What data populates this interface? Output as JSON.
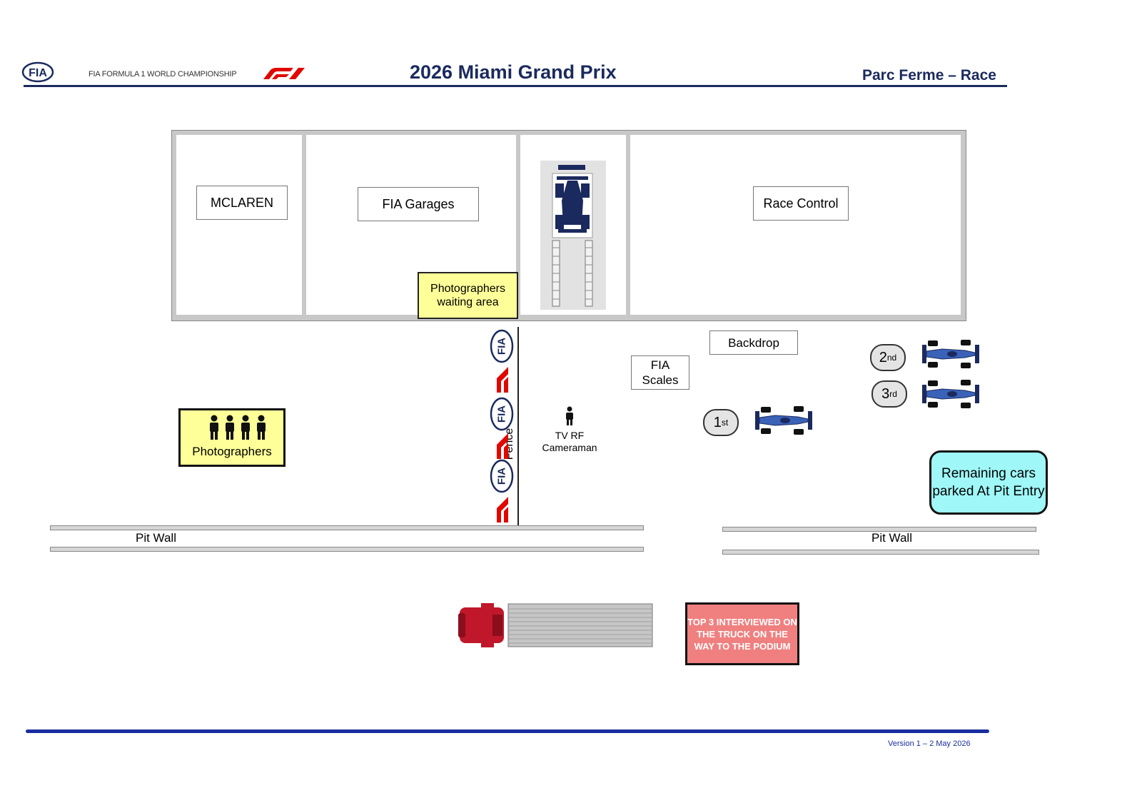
{
  "header": {
    "fia_logo": "FIA",
    "championship": "FIA FORMULA 1 WORLD CHAMPIONSHIP",
    "title": "2026 Miami Grand Prix",
    "subtitle": "Parc Ferme – Race"
  },
  "building": {
    "mclaren": "MCLAREN",
    "fia_garages": "FIA Garages",
    "photographers_waiting": "Photographers waiting area",
    "race_control": "Race Control"
  },
  "areas": {
    "backdrop": "Backdrop",
    "fia_scales": "FIA Scales",
    "photographers": "Photographers",
    "fence": "Fence",
    "tv_rf": "TV RF Cameraman",
    "remaining_cars": "Remaining cars parked At Pit Entry",
    "pit_wall_left": "Pit Wall",
    "pit_wall_right": "Pit Wall",
    "interview_note": "TOP 3 INTERVIEWED ON THE TRUCK ON THE WAY TO THE PODIUM"
  },
  "positions": [
    {
      "num": "1",
      "suffix": "st"
    },
    {
      "num": "2",
      "suffix": "nd"
    },
    {
      "num": "3",
      "suffix": "rd"
    }
  ],
  "fence_logos": [
    "FIA",
    "F1",
    "FIA",
    "F1",
    "FIA",
    "F1"
  ],
  "footer": {
    "version": "Version 1 – 2 May 2026"
  },
  "colors": {
    "header_navy": "#1b2a5e",
    "footer_blue": "#1a2ea0",
    "photographer_yellow": "#ffff99",
    "remaining_cyan": "#9ff7f7",
    "interview_red": "#f08080",
    "truck_cab": "#c0182a",
    "f1_red": "#e10600"
  }
}
